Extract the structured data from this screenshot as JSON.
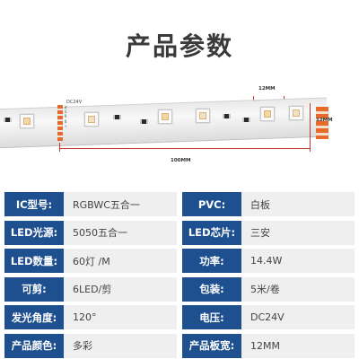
{
  "page": {
    "title": "产品参数"
  },
  "diagram": {
    "dc_label": "DC24V",
    "pad_labels": [
      "W",
      "G",
      "R",
      "B",
      "+"
    ],
    "dim_length": "100MM",
    "dim_width": "12MM",
    "dim_spacing": "12MM",
    "colors": {
      "strip": "#e9e9e9",
      "pads": "#e46b2d",
      "dimension": "#c0392b"
    }
  },
  "specs": {
    "rows": [
      {
        "left_label": "IC型号:",
        "left_value": "RGBWC五合一",
        "right_label": "PVC:",
        "right_value": "白板"
      },
      {
        "left_label": "LED光源:",
        "left_value": "5050五合一",
        "right_label": "LED芯片:",
        "right_value": "三安"
      },
      {
        "left_label": "LED数量:",
        "left_value": "60灯 /M",
        "right_label": "功率:",
        "right_value": "14.4W"
      },
      {
        "left_label": "可剪:",
        "left_value": "6LED/剪",
        "right_label": "包装:",
        "right_value": "5米/卷"
      },
      {
        "left_label": "发光角度:",
        "left_value": "120°",
        "right_label": "电压:",
        "right_value": "DC24V"
      },
      {
        "left_label": "产品颜色:",
        "left_value": "多彩",
        "right_label": "产品板宽:",
        "right_value": "12MM"
      }
    ],
    "colors": {
      "label_bg": "#1e4f8f",
      "value_bg": "#efefef"
    }
  }
}
